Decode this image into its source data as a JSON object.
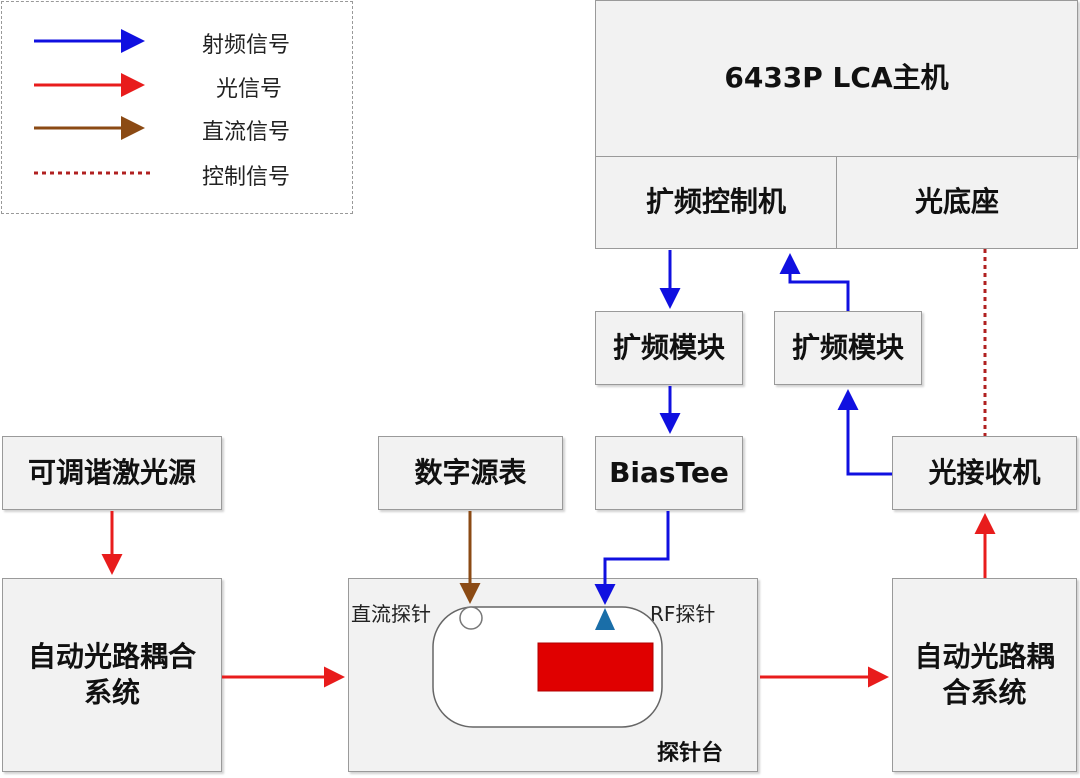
{
  "legend": {
    "items": [
      {
        "label": "射频信号",
        "color": "#1010e0",
        "style": "arrow"
      },
      {
        "label": "光信号",
        "color": "#e81c1c",
        "style": "arrow"
      },
      {
        "label": "直流信号",
        "color": "#8b4a14",
        "style": "arrow"
      },
      {
        "label": "控制信号",
        "color": "#b02020",
        "style": "dotted"
      }
    ]
  },
  "blocks": {
    "lca_host": "6433P LCA主机",
    "freq_ext_controller": "扩频控制机",
    "optical_base": "光底座",
    "freq_module_left": "扩频模块",
    "freq_module_right": "扩频模块",
    "bias_tee": "BiasTee",
    "optical_receiver": "光接收机",
    "tunable_laser": "可调谐激光源",
    "digital_source_meter": "数字源表",
    "auto_coupling_left": "自动光路耦合系统",
    "auto_coupling_right": "自动光路耦合系统",
    "probe_station": "探针台",
    "dc_probe": "直流探针",
    "rf_probe": "RF探针",
    "substrate": "基板"
  },
  "colors": {
    "rf": "#1010e0",
    "optical": "#e81c1c",
    "dc": "#8b4a14",
    "control": "#b02020",
    "substrate_fill": "#e00000",
    "rf_probe_fill": "#1a6ea8"
  }
}
